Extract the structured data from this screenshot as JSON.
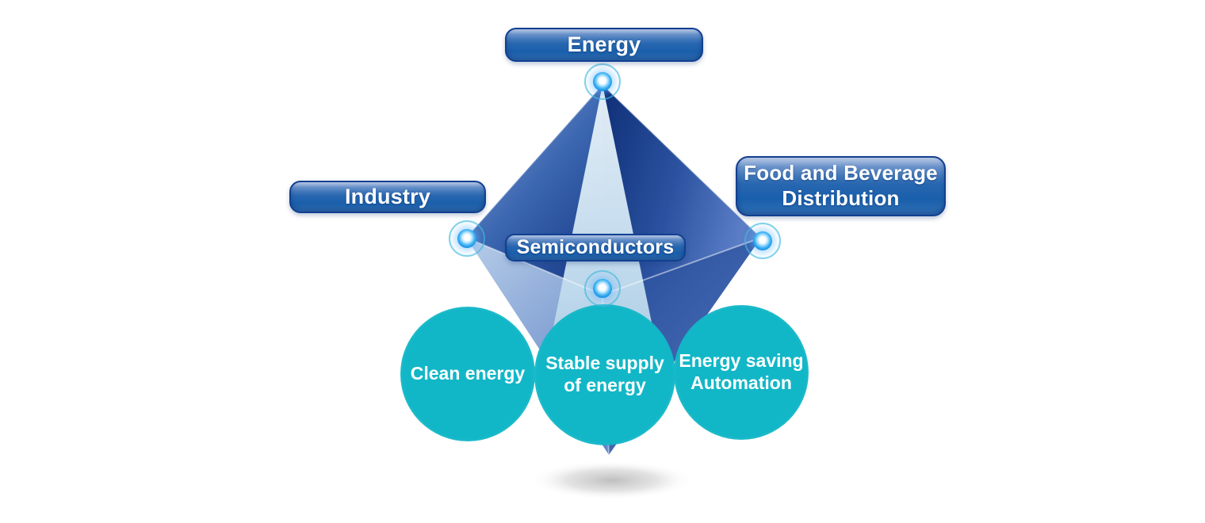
{
  "sectors": {
    "energy": {
      "label": "Energy"
    },
    "industry": {
      "label": "Industry"
    },
    "food_and_beverage": {
      "lines": [
        "Food and Beverage",
        "Distribution"
      ]
    },
    "semiconductors": {
      "label": "Semiconductors"
    }
  },
  "benefits": [
    {
      "id": "clean-energy",
      "lines": [
        "Clean energy"
      ]
    },
    {
      "id": "stable-supply-of-energy",
      "lines": [
        "Stable supply",
        "of energy"
      ]
    },
    {
      "id": "energy-saving-automation",
      "lines": [
        "Energy saving",
        "Automation"
      ]
    }
  ],
  "icons": {
    "connector_node": "glowing-blue-dot-with-cyan-ring",
    "crystal": "blue-faceted-octahedron-gem"
  },
  "colors": {
    "background": "#ffffff",
    "pill_blue": "#1e63ad",
    "pill_border": "#123f91",
    "pill_text": "#ffffff",
    "benefit_teal": "#12b7c7",
    "benefit_text": "#ffffff",
    "node_core_blue": "#0c86de",
    "node_ring_cyan": "#40badd",
    "crystal_pale": "#cfe4f2",
    "crystal_mid_blue": "#3b66b0",
    "crystal_dark_navy": "#16387f",
    "shadow_gray": "#8a8a8a"
  }
}
